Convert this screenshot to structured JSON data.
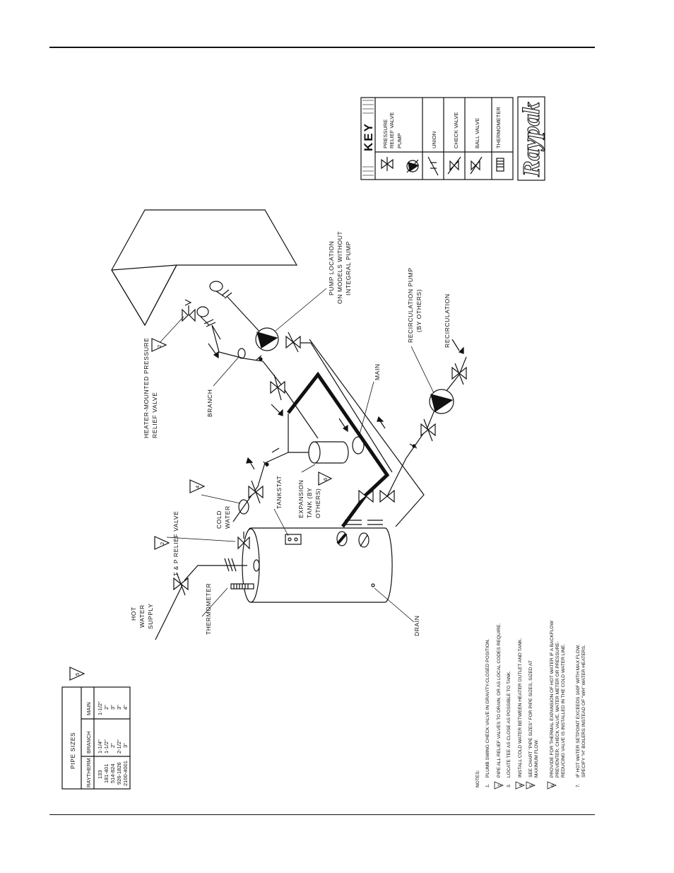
{
  "labels": {
    "heater_relief": [
      "HEATER-MOUNTED PRESSURE",
      "RELIEF VALVE"
    ],
    "branch": "BRANCH",
    "pump_location": [
      "PUMP LOCATION",
      "ON MODELS WITHOUT",
      "INTEGRAL PUMP"
    ],
    "main": "MAIN",
    "recirc_pump": [
      "RECIRCULATION PUMP",
      "(BY OTHERS)"
    ],
    "recirculation": "RECIRCULATION",
    "expansion_tank": [
      "EXPANSION",
      "TANK (BY",
      "OTHERS)"
    ],
    "tankstat": "TANKSTAT",
    "cold_water": [
      "COLD",
      "WATER"
    ],
    "tp_relief": [
      "T & P RELIEF VALVE"
    ],
    "hot_water_supply": [
      "HOT",
      "WATER",
      "SUPPLY"
    ],
    "thermometer": "THERMOMETER",
    "drain": "DRAIN",
    "callouts": {
      "two_a": "2",
      "two_b": "2",
      "four": "4",
      "five": "5",
      "six": "6"
    }
  },
  "key": {
    "title": "KEY",
    "items": [
      "PRESSURE RELIEF VALVE",
      "PUMP",
      "UNION",
      "CHECK VALVE",
      "BALL VALVE",
      "THERMOMETER"
    ],
    "icon_names": [
      "pressure-relief-valve-icon",
      "pump-icon",
      "union-icon",
      "check-valve-icon",
      "ball-valve-icon",
      "thermometer-icon"
    ],
    "logo": "Raypak"
  },
  "pipe_sizes": {
    "title": "PIPE SIZES",
    "headers": [
      "RAYTHERM",
      "BRANCH",
      "MAIN"
    ],
    "rows": [
      [
        "133",
        "1-1/4\"",
        "1-1/2\""
      ],
      [
        "181-401",
        "1-1/2\"",
        "2\""
      ],
      [
        "514-824",
        "2\"",
        "3\""
      ],
      [
        "926-1826",
        "2-1/2\"",
        "3\""
      ],
      [
        "2100-4001",
        "3\"",
        "4\""
      ]
    ]
  },
  "notes": {
    "heading": "NOTES:",
    "items": [
      {
        "mark": "1.",
        "lines": [
          "PLUMB SWING CHECK VALVE IN GRAVITY-CLOSED POSITION."
        ]
      },
      {
        "mark": "2",
        "lines": [
          "PIPE ALL RELIEF VALVES TO DRAIN, OR AS LOCAL CODES REQUIRE."
        ]
      },
      {
        "mark": "3.",
        "lines": [
          "LOCATE TEE AS CLOSE AS POSSIBLE TO TANK."
        ]
      },
      {
        "mark": "4",
        "lines": [
          "INSTALL COLD WATER BETWEEN HEATER OUTLET AND TANK."
        ]
      },
      {
        "mark": "5",
        "lines": [
          "SEE CHART \"PIPE SIZES\" FOR PIPE SIZES, SIZED AT",
          "MAXIMUM FLOW."
        ]
      },
      {
        "mark": "6",
        "lines": [
          "PROVIDE FOR THERMAL EXPANSION OF HOT WATER IF A BACKFLOW",
          "PREVENTER, CHECK VALVE, WATER METER OR PRESSURE-",
          "REDUCING VALVE IS INSTALLED IN THE COLD WATER LINE."
        ]
      },
      {
        "mark": "7.",
        "lines": [
          "IF HOT WATER SETPOINT EXCEEDS 160F WITH MAX FLOW,",
          "SPECIFY \"H\" BOILERS INSTEAD OF \"WH\" WATER HEATERS."
        ]
      }
    ]
  }
}
